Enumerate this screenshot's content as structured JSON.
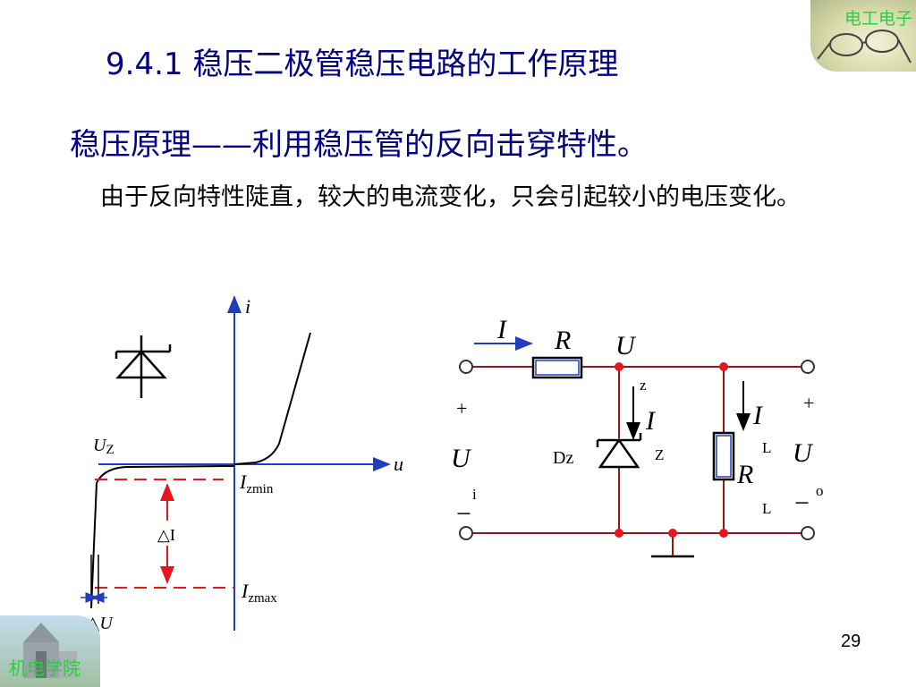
{
  "slide": {
    "title": "9.4.1 稳压二极管稳压电路的工作原理",
    "heading": "稳压原理——利用稳压管的反向击穿特性。",
    "paragraph": "由于反向特性陡直，较大的电流变化，只会引起较小的电压变化。",
    "page_number": "29",
    "logo_top_text": "电工电子",
    "logo_bottom_text": "机电学院"
  },
  "iv_graph": {
    "axis_i": "i",
    "axis_u": "u",
    "uz_main": "U",
    "uz_sub": "Z",
    "izmin_main": "I",
    "izmin_sub": "zmin",
    "izmax_main": "I",
    "izmax_sub": "zmax",
    "delta_i": "△I",
    "delta_u_sym": "△",
    "delta_u_var": "U"
  },
  "circuit": {
    "current_i": "I",
    "resistor_r": "R",
    "uz_main": "U",
    "uz_sub": "z",
    "plus_in": "+",
    "ui_main": "U",
    "ui_sub": "i",
    "minus_in": "−",
    "iz_main": "I",
    "iz_sub": "Z",
    "dz_label": "Dz",
    "il_main": "I",
    "il_sub": "L",
    "rl_main": "R",
    "rl_sub": "L",
    "plus_out": "+",
    "uo_main": "U",
    "uo_sub": "o",
    "minus_out": "−"
  },
  "colors": {
    "title": "#000080",
    "wire": "#8b1a1a",
    "axis": "#1f3fbf",
    "node": "#e8141e",
    "dashed": "#e8141e"
  }
}
